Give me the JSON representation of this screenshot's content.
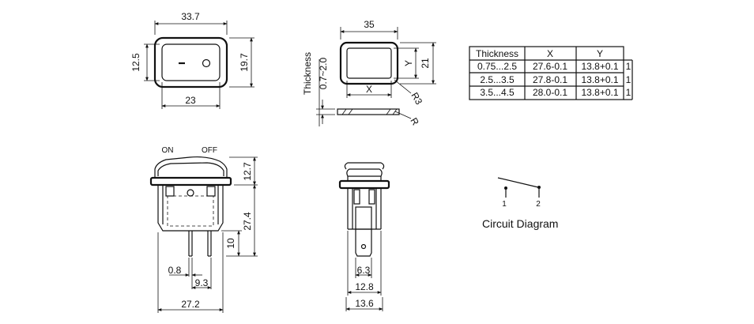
{
  "top_view": {
    "width": "33.7",
    "height": "19.7",
    "inner_width": "23",
    "inner_height": "12.5",
    "off_symbol": "O"
  },
  "panel_cutout": {
    "thickness_label": "Thickness",
    "thickness_range": "0.7~2.0",
    "width": "35",
    "height": "21",
    "x_label": "X",
    "y_label": "Y",
    "r3_label": "R3",
    "r_label": "R"
  },
  "thickness_table": {
    "headers": [
      "Thickness",
      "X",
      "Y"
    ],
    "rows": [
      [
        "0.75...2.5",
        "27.6-0.1",
        "13.8+0.1"
      ],
      [
        "2.5...3.5",
        "27.8-0.1",
        "13.8+0.1"
      ],
      [
        "3.5...4.5",
        "28.0-0.1",
        "13.8+0.1"
      ]
    ],
    "side_marks": [
      "1",
      "1",
      "1"
    ]
  },
  "side_view": {
    "on_label": "ON",
    "off_label": "OFF",
    "dims": {
      "rocker_height": "12.7",
      "body_height": "27.4",
      "terminal_length": "10",
      "terminal_thickness": "0.8",
      "terminal_spacing": "9.3",
      "body_width": "27.2"
    }
  },
  "front_view": {
    "dims": {
      "terminal_width": "6.3",
      "body_depth": "12.8",
      "bezel_depth": "13.6"
    }
  },
  "circuit": {
    "title": "Circuit Diagram",
    "terminal_1": "1",
    "terminal_2": "2"
  }
}
